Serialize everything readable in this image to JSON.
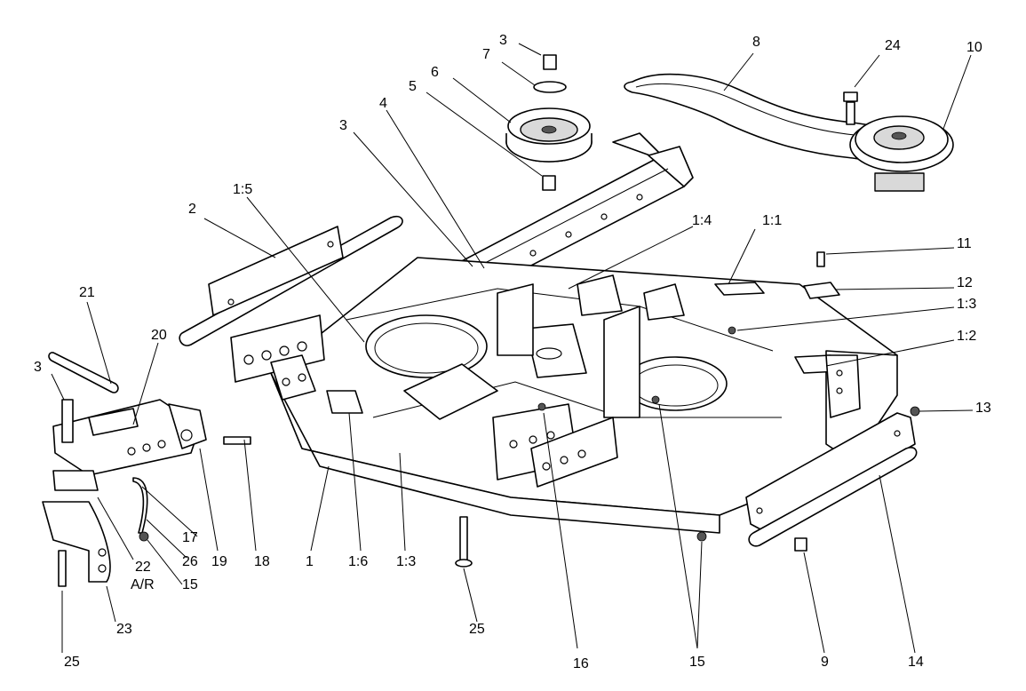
{
  "callouts": [
    {
      "id": "c1",
      "text": "3"
    },
    {
      "id": "c2",
      "text": "7"
    },
    {
      "id": "c3",
      "text": "6"
    },
    {
      "id": "c4",
      "text": "5"
    },
    {
      "id": "c5",
      "text": "4"
    },
    {
      "id": "c6",
      "text": "3"
    },
    {
      "id": "c7",
      "text": "8"
    },
    {
      "id": "c8",
      "text": "24"
    },
    {
      "id": "c9",
      "text": "10"
    },
    {
      "id": "c10",
      "text": "2"
    },
    {
      "id": "c11",
      "text": "1:5"
    },
    {
      "id": "c12",
      "text": "1:4"
    },
    {
      "id": "c13",
      "text": "1:1"
    },
    {
      "id": "c14",
      "text": "11"
    },
    {
      "id": "c15",
      "text": "12"
    },
    {
      "id": "c16",
      "text": "1:3"
    },
    {
      "id": "c17",
      "text": "1:2"
    },
    {
      "id": "c18",
      "text": "21"
    },
    {
      "id": "c19",
      "text": "20"
    },
    {
      "id": "c20",
      "text": "3"
    },
    {
      "id": "c21",
      "text": "13"
    },
    {
      "id": "c22",
      "text": "17"
    },
    {
      "id": "c23",
      "text": "19"
    },
    {
      "id": "c24",
      "text": "18"
    },
    {
      "id": "c25",
      "text": "1"
    },
    {
      "id": "c26",
      "text": "1:6"
    },
    {
      "id": "c27",
      "text": "1:3"
    },
    {
      "id": "c28",
      "text": "26"
    },
    {
      "id": "c29",
      "text": "22"
    },
    {
      "id": "c30",
      "text": "A/R"
    },
    {
      "id": "c31",
      "text": "15"
    },
    {
      "id": "c32",
      "text": "23"
    },
    {
      "id": "c33",
      "text": "25"
    },
    {
      "id": "c34",
      "text": "25"
    },
    {
      "id": "c35",
      "text": "16"
    },
    {
      "id": "c36",
      "text": "15"
    },
    {
      "id": "c37",
      "text": "9"
    },
    {
      "id": "c38",
      "text": "14"
    }
  ]
}
